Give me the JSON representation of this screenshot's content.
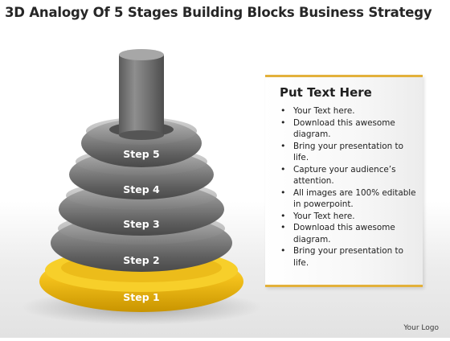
{
  "title": "3D Analogy Of 5 Stages Building Blocks Business Strategy",
  "stages": [
    {
      "label": "Step 1",
      "color": "#f2c21c"
    },
    {
      "label": "Step 2",
      "color": "#7d7d7d"
    },
    {
      "label": "Step 3",
      "color": "#7d7d7d"
    },
    {
      "label": "Step 4",
      "color": "#7d7d7d"
    },
    {
      "label": "Step 5",
      "color": "#7d7d7d"
    }
  ],
  "panel": {
    "title": "Put Text Here",
    "bullets": [
      "Your Text here.",
      "Download this awesome diagram.",
      "Bring your presentation to life.",
      "Capture your audience’s attention.",
      "All images are 100% editable in powerpoint.",
      "Your Text here.",
      "Download this awesome diagram.",
      "Bring your presentation to life."
    ]
  },
  "logo": "Your Logo"
}
